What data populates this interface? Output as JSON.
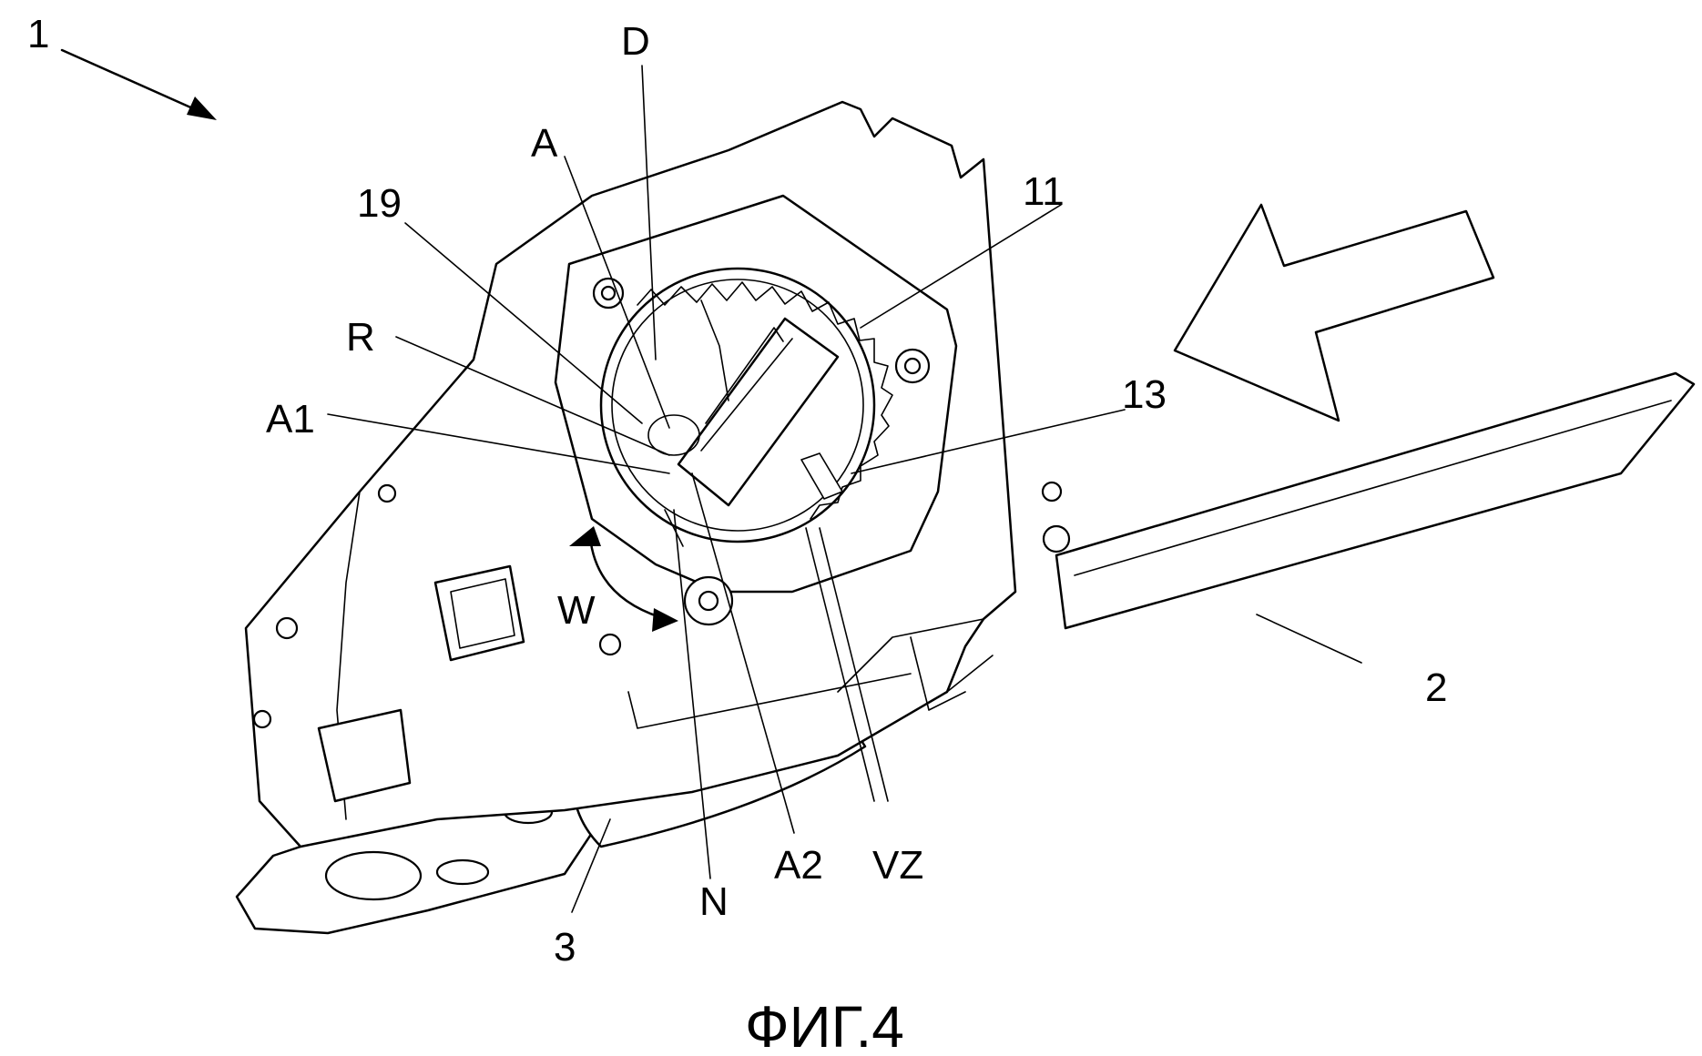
{
  "figure": {
    "caption": "ФИГ.4"
  },
  "labels": {
    "l1": "1",
    "lD": "D",
    "lA": "A",
    "l19": "19",
    "l11": "11",
    "lR": "R",
    "lA1": "A1",
    "l13": "13",
    "lW": "W",
    "l2": "2",
    "lN": "N",
    "lA2": "A2",
    "lVZ": "VZ",
    "l3": "3"
  }
}
